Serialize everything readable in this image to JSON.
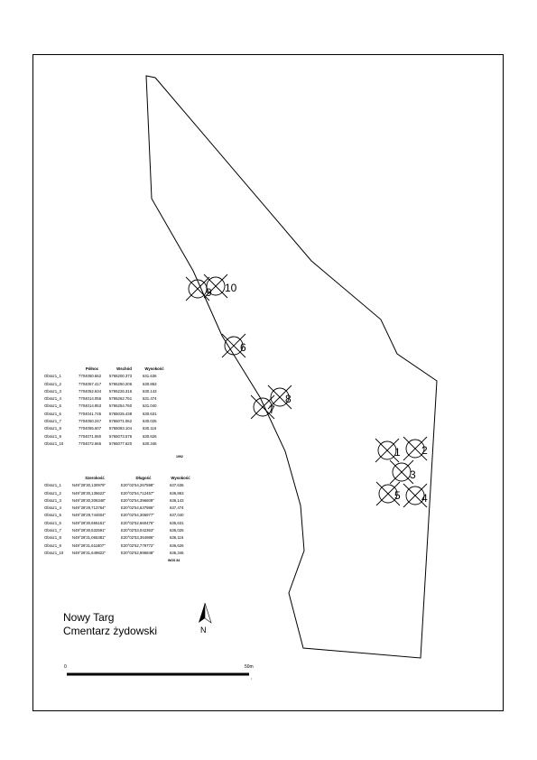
{
  "map": {
    "title": "Nowy Targ",
    "subtitle": "Cmentarz żydowski",
    "north_label": "N",
    "scale": {
      "start_label": "0",
      "end_label": "50m"
    },
    "markers": [
      {
        "id": "1",
        "label": "1"
      },
      {
        "id": "2",
        "label": "2"
      },
      {
        "id": "3",
        "label": "3"
      },
      {
        "id": "4",
        "label": "4"
      },
      {
        "id": "5",
        "label": "5"
      },
      {
        "id": "6",
        "label": "6"
      },
      {
        "id": "7",
        "label": "7"
      },
      {
        "id": "8",
        "label": "8"
      },
      {
        "id": "9",
        "label": "9"
      },
      {
        "id": "10",
        "label": "10"
      }
    ]
  },
  "table_local": {
    "headers": [
      "",
      "Północ",
      "Wschód",
      "Wysokość"
    ],
    "rows": [
      [
        "Obraz1_1",
        "7704050.662",
        "5765200.373",
        "631.636"
      ],
      [
        "Obraz1_2",
        "7704057.417",
        "5765250.206",
        "630.863"
      ],
      [
        "Obraz1_3",
        "7704052.634",
        "5765226.316",
        "630.143"
      ],
      [
        "Obraz1_4",
        "7704014.056",
        "5765262.761",
        "631.474"
      ],
      [
        "Obraz1_5",
        "7704014.953",
        "5765254.760",
        "631.040"
      ],
      [
        "Obraz1_6",
        "7704041.745",
        "5765025.438",
        "630.631"
      ],
      [
        "Obraz1_7",
        "7704050.247",
        "5765071.062",
        "630.025"
      ],
      [
        "Obraz1_8",
        "7704055.607",
        "5765083.104",
        "630.116"
      ],
      [
        "Obraz1_9",
        "7704071.060",
        "5765073.576",
        "630.626"
      ],
      [
        "Obraz1_10",
        "7704072.665",
        "5765077.620",
        "630.346"
      ]
    ],
    "crs": "1992"
  },
  "table_geo": {
    "headers": [
      "",
      "Szerokość",
      "Długość",
      "Wysokość"
    ],
    "rows": [
      [
        "Obraz1_1",
        "N49°28'30,130979\"",
        "E20°02'54,267598\"",
        "637,636"
      ],
      [
        "Obraz1_2",
        "N49°28'30,135622\"",
        "E20°02'54,712457\"",
        "636,863"
      ],
      [
        "Obraz1_3",
        "N49°28'30,306348\"",
        "E20°02'54,396609\"",
        "636,143"
      ],
      [
        "Obraz1_4",
        "N49°28'29,713764\"",
        "E20°02'54,637986\"",
        "637,474"
      ],
      [
        "Obraz1_5",
        "N49°28'29,744604\"",
        "E20°02'54,366977\"",
        "637,040"
      ],
      [
        "Obraz1_6",
        "N49°28'30,655161\"",
        "E20°02'52,660476\"",
        "636,631"
      ],
      [
        "Obraz1_7",
        "N49°28'30,532591\"",
        "E20°02'53,042363\"",
        "636,025"
      ],
      [
        "Obraz1_8",
        "N49°28'31,065381\"",
        "E20°02'53,354986\"",
        "636,116"
      ],
      [
        "Obraz1_9",
        "N49°28'31,611807\"",
        "E20°02'52,779772\"",
        "636,626"
      ],
      [
        "Obraz1_10",
        "N49°28'31,649822\"",
        "E20°02'52,996848\"",
        "636,346"
      ]
    ],
    "crs": "WGS 84"
  },
  "colors": {
    "ink": "#000000",
    "paper": "#ffffff"
  }
}
